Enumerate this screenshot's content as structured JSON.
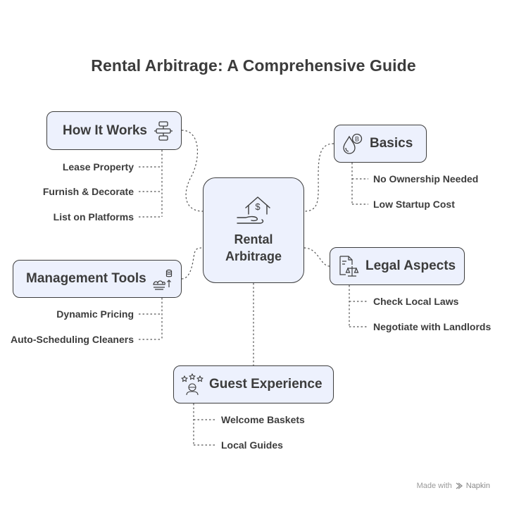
{
  "title": "Rental Arbitrage: A Comprehensive Guide",
  "center": {
    "label": "Rental Arbitrage",
    "icon": "house-hand-dollar-icon"
  },
  "branches": {
    "how_it_works": {
      "label": "How It Works",
      "icon": "flowchart-icon",
      "items": [
        "Lease Property",
        "Furnish & Decorate",
        "List on Platforms"
      ]
    },
    "basics": {
      "label": "Basics",
      "icon": "bitcoin-drop-icon",
      "items": [
        "No Ownership Needed",
        "Low Startup Cost"
      ]
    },
    "management_tools": {
      "label": "Management Tools",
      "icon": "cleaning-schedule-icon",
      "items": [
        "Dynamic Pricing",
        "Auto-Scheduling Cleaners"
      ]
    },
    "legal_aspects": {
      "label": "Legal Aspects",
      "icon": "legal-document-scale-icon",
      "items": [
        "Check Local Laws",
        "Negotiate with Landlords"
      ]
    },
    "guest_experience": {
      "label": "Guest Experience",
      "icon": "guest-rating-stars-icon",
      "items": [
        "Welcome Baskets",
        "Local Guides"
      ]
    }
  },
  "footer": {
    "made_with": "Made with",
    "brand": "Napkin"
  },
  "colors": {
    "box_fill": "#edf1fd",
    "stroke": "#3d3d3d",
    "connector": "#555555"
  }
}
